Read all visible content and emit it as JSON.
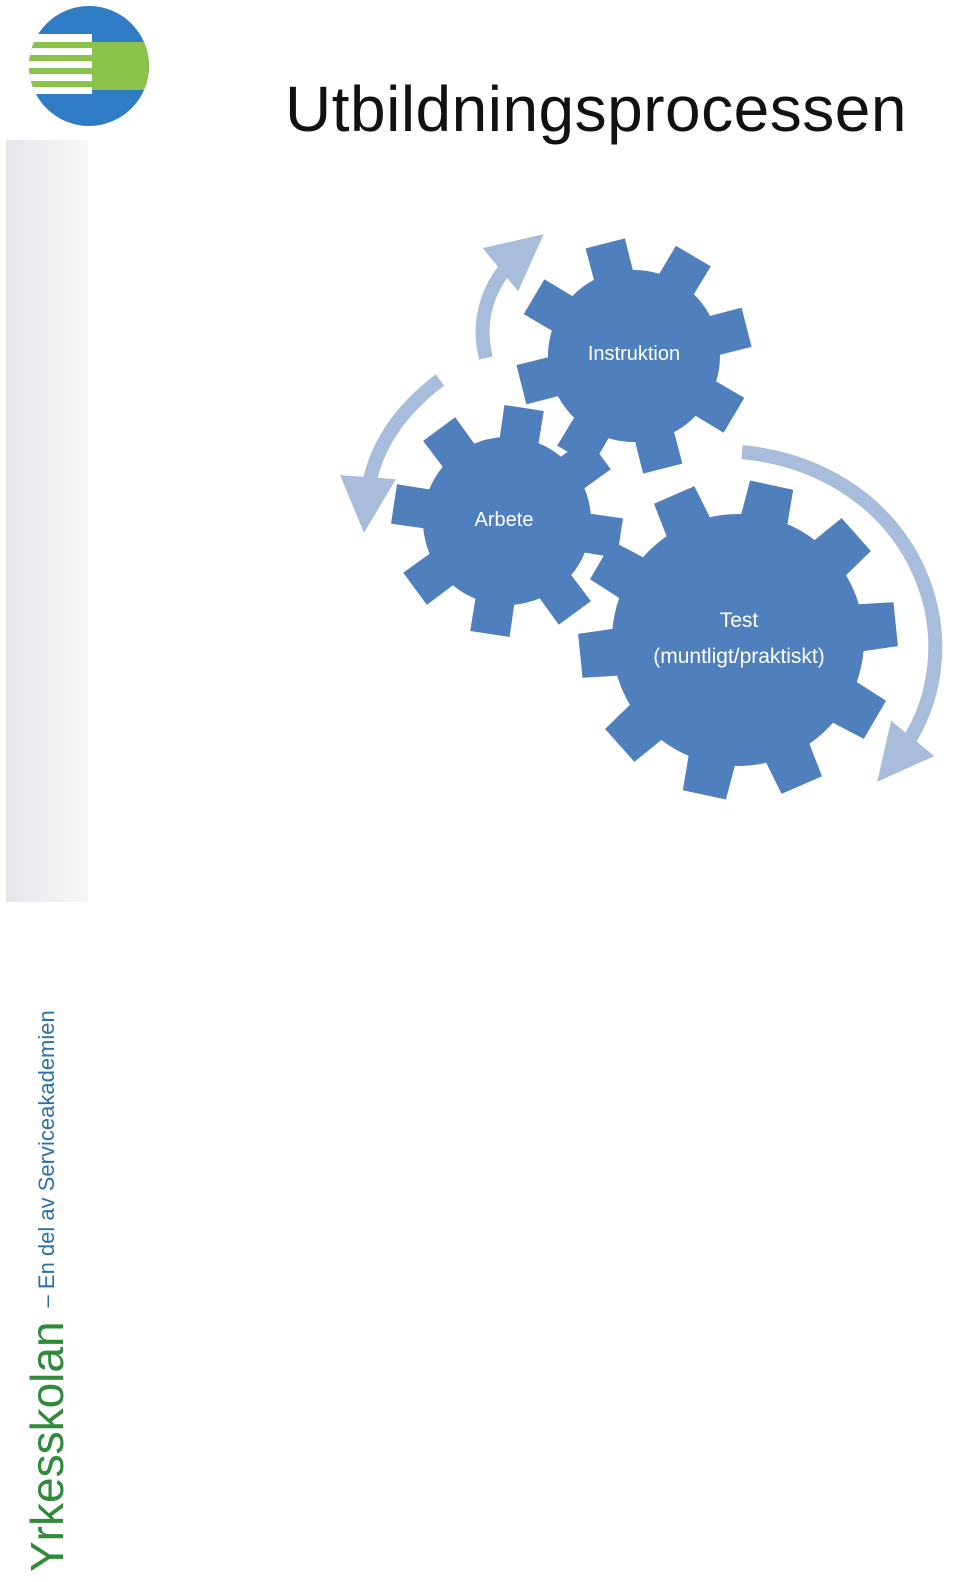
{
  "title": "Utbildningsprocessen",
  "sidebar": {
    "brand": "Yrkesskolan",
    "tagline": "– En del av Serviceakademien"
  },
  "gears": {
    "instruktion": {
      "label": "Instruktion"
    },
    "arbete": {
      "label": "Arbete"
    },
    "test": {
      "line1": "Test",
      "line2": "(muntligt/praktiskt)"
    }
  },
  "colors": {
    "gear": "#4f80bd",
    "arrow": "#a8bcdb",
    "logo_blue": "#2f7bc4",
    "logo_green": "#8bc34a",
    "brand_green": "#2f8a3a"
  }
}
